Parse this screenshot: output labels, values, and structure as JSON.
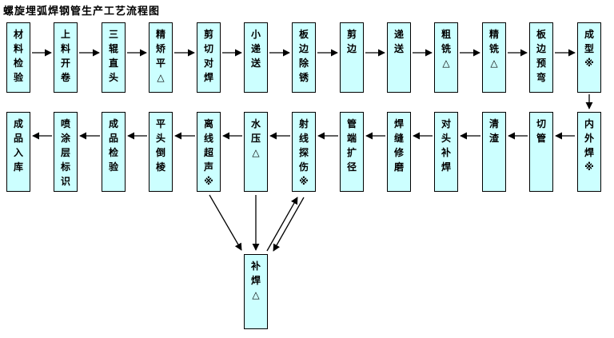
{
  "title": "螺旋埋弧焊钢管生产工艺流程图",
  "colors": {
    "background": "#ffffff",
    "box_fill": "#ccffff",
    "box_border": "#000000",
    "text": "#000000",
    "arrow": "#000000"
  },
  "process": {
    "row1": [
      "材料检验",
      "上料开卷",
      "三辊直头",
      "精矫平△",
      "剪切对焊",
      "小递送",
      "板边除锈",
      "剪边",
      "递送",
      "粗铣△",
      "精铣△",
      "板边预弯",
      "成型※"
    ],
    "row2": [
      "成品入库",
      "喷涂层标识",
      "成品检验",
      "平头倒棱",
      "离线超声※",
      "水压△",
      "射线探伤※",
      "管端扩径",
      "焊缝修磨",
      "对头补焊",
      "清渣",
      "切管",
      "内外焊※"
    ],
    "rework": "补焊△"
  }
}
